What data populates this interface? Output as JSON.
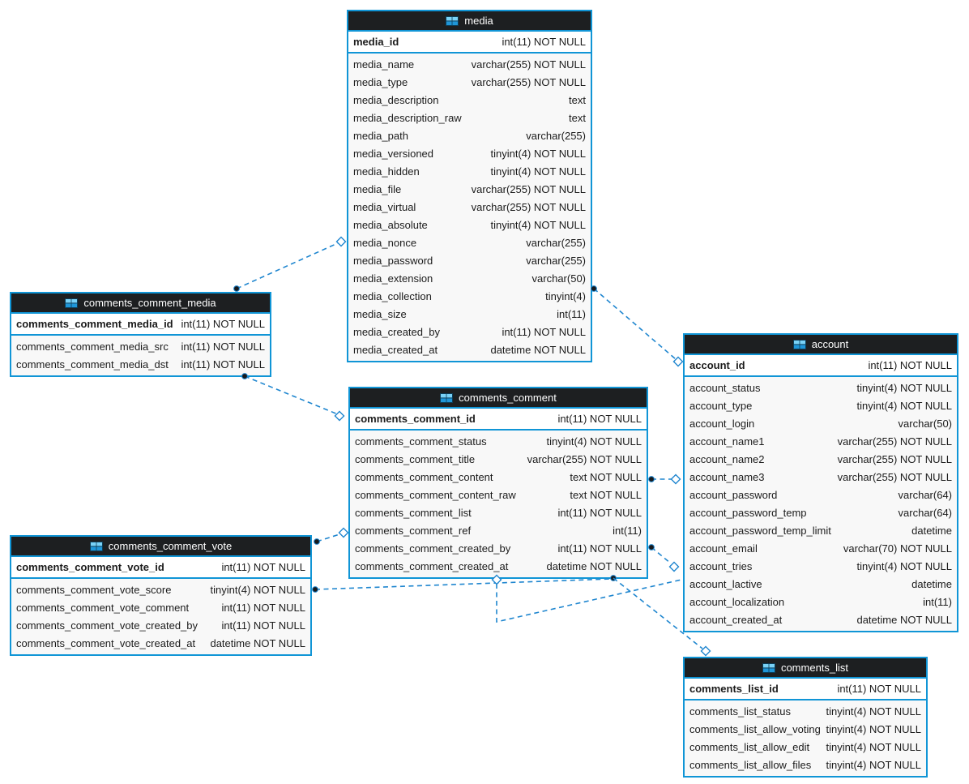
{
  "diagram": {
    "colors": {
      "table_border": "#1095d6",
      "header_bg": "#1d1f21",
      "header_text": "#ffffff",
      "row_bg": "#f8f8f8",
      "pk_row_bg": "#ffffff",
      "text": "#1b1b1b",
      "connector": "#1f86cf"
    },
    "tables": [
      {
        "name": "media",
        "pk": {
          "name": "media_id",
          "type": "int(11) NOT NULL"
        },
        "fields": [
          {
            "name": "media_name",
            "type": "varchar(255) NOT NULL"
          },
          {
            "name": "media_type",
            "type": "varchar(255) NOT NULL"
          },
          {
            "name": "media_description",
            "type": "text"
          },
          {
            "name": "media_description_raw",
            "type": "text"
          },
          {
            "name": "media_path",
            "type": "varchar(255)"
          },
          {
            "name": "media_versioned",
            "type": "tinyint(4) NOT NULL"
          },
          {
            "name": "media_hidden",
            "type": "tinyint(4) NOT NULL"
          },
          {
            "name": "media_file",
            "type": "varchar(255) NOT NULL"
          },
          {
            "name": "media_virtual",
            "type": "varchar(255) NOT NULL"
          },
          {
            "name": "media_absolute",
            "type": "tinyint(4) NOT NULL"
          },
          {
            "name": "media_nonce",
            "type": "varchar(255)"
          },
          {
            "name": "media_password",
            "type": "varchar(255)"
          },
          {
            "name": "media_extension",
            "type": "varchar(50)"
          },
          {
            "name": "media_collection",
            "type": "tinyint(4)"
          },
          {
            "name": "media_size",
            "type": "int(11)"
          },
          {
            "name": "media_created_by",
            "type": "int(11) NOT NULL"
          },
          {
            "name": "media_created_at",
            "type": "datetime NOT NULL"
          }
        ]
      },
      {
        "name": "comments_comment_media",
        "pk": {
          "name": "comments_comment_media_id",
          "type": "int(11) NOT NULL"
        },
        "fields": [
          {
            "name": "comments_comment_media_src",
            "type": "int(11) NOT NULL"
          },
          {
            "name": "comments_comment_media_dst",
            "type": "int(11) NOT NULL"
          }
        ]
      },
      {
        "name": "comments_comment",
        "pk": {
          "name": "comments_comment_id",
          "type": "int(11) NOT NULL"
        },
        "fields": [
          {
            "name": "comments_comment_status",
            "type": "tinyint(4) NOT NULL"
          },
          {
            "name": "comments_comment_title",
            "type": "varchar(255) NOT NULL"
          },
          {
            "name": "comments_comment_content",
            "type": "text NOT NULL"
          },
          {
            "name": "comments_comment_content_raw",
            "type": "text NOT NULL"
          },
          {
            "name": "comments_comment_list",
            "type": "int(11) NOT NULL"
          },
          {
            "name": "comments_comment_ref",
            "type": "int(11)"
          },
          {
            "name": "comments_comment_created_by",
            "type": "int(11) NOT NULL"
          },
          {
            "name": "comments_comment_created_at",
            "type": "datetime NOT NULL"
          }
        ]
      },
      {
        "name": "comments_comment_vote",
        "pk": {
          "name": "comments_comment_vote_id",
          "type": "int(11) NOT NULL"
        },
        "fields": [
          {
            "name": "comments_comment_vote_score",
            "type": "tinyint(4) NOT NULL"
          },
          {
            "name": "comments_comment_vote_comment",
            "type": "int(11) NOT NULL"
          },
          {
            "name": "comments_comment_vote_created_by",
            "type": "int(11) NOT NULL"
          },
          {
            "name": "comments_comment_vote_created_at",
            "type": "datetime NOT NULL"
          }
        ]
      },
      {
        "name": "account",
        "pk": {
          "name": "account_id",
          "type": "int(11) NOT NULL"
        },
        "fields": [
          {
            "name": "account_status",
            "type": "tinyint(4) NOT NULL"
          },
          {
            "name": "account_type",
            "type": "tinyint(4) NOT NULL"
          },
          {
            "name": "account_login",
            "type": "varchar(50)"
          },
          {
            "name": "account_name1",
            "type": "varchar(255) NOT NULL"
          },
          {
            "name": "account_name2",
            "type": "varchar(255) NOT NULL"
          },
          {
            "name": "account_name3",
            "type": "varchar(255) NOT NULL"
          },
          {
            "name": "account_password",
            "type": "varchar(64)"
          },
          {
            "name": "account_password_temp",
            "type": "varchar(64)"
          },
          {
            "name": "account_password_temp_limit",
            "type": "datetime"
          },
          {
            "name": "account_email",
            "type": "varchar(70) NOT NULL"
          },
          {
            "name": "account_tries",
            "type": "tinyint(4) NOT NULL"
          },
          {
            "name": "account_lactive",
            "type": "datetime"
          },
          {
            "name": "account_localization",
            "type": "int(11)"
          },
          {
            "name": "account_created_at",
            "type": "datetime NOT NULL"
          }
        ]
      },
      {
        "name": "comments_list",
        "pk": {
          "name": "comments_list_id",
          "type": "int(11) NOT NULL"
        },
        "fields": [
          {
            "name": "comments_list_status",
            "type": "tinyint(4) NOT NULL"
          },
          {
            "name": "comments_list_allow_voting",
            "type": "tinyint(4) NOT NULL"
          },
          {
            "name": "comments_list_allow_edit",
            "type": "tinyint(4) NOT NULL"
          },
          {
            "name": "comments_list_allow_files",
            "type": "tinyint(4) NOT NULL"
          }
        ]
      }
    ],
    "relationships": [
      {
        "from": "comments_comment_media",
        "to": "media"
      },
      {
        "from": "comments_comment_media",
        "to": "comments_comment"
      },
      {
        "from": "media",
        "to": "account"
      },
      {
        "from": "comments_comment",
        "to": "account"
      },
      {
        "from": "comments_comment",
        "to": "account"
      },
      {
        "from": "comments_comment_vote",
        "to": "comments_comment"
      },
      {
        "from": "comments_comment_vote",
        "to": "comments_comment"
      },
      {
        "from": "comments_comment",
        "to": "comments_list"
      },
      {
        "from": "comments_comment",
        "to": "account"
      }
    ]
  }
}
